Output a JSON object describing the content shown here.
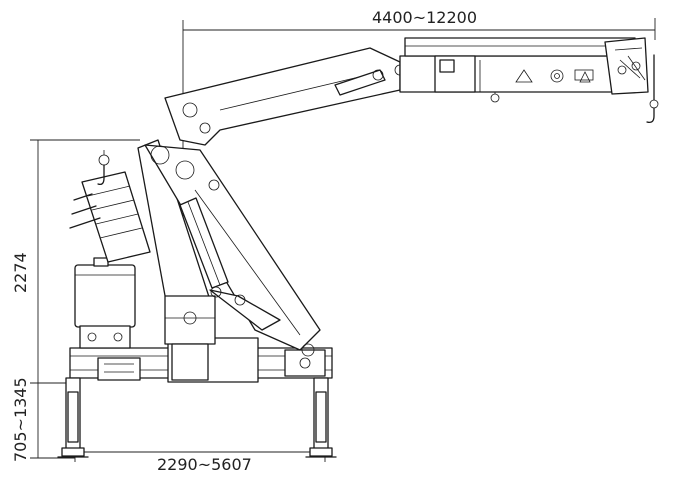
{
  "dimensions": {
    "boom_reach": "4400~12200",
    "max_height": "2274",
    "outrigger_height": "705~1345",
    "outrigger_span": "2290~5607"
  }
}
